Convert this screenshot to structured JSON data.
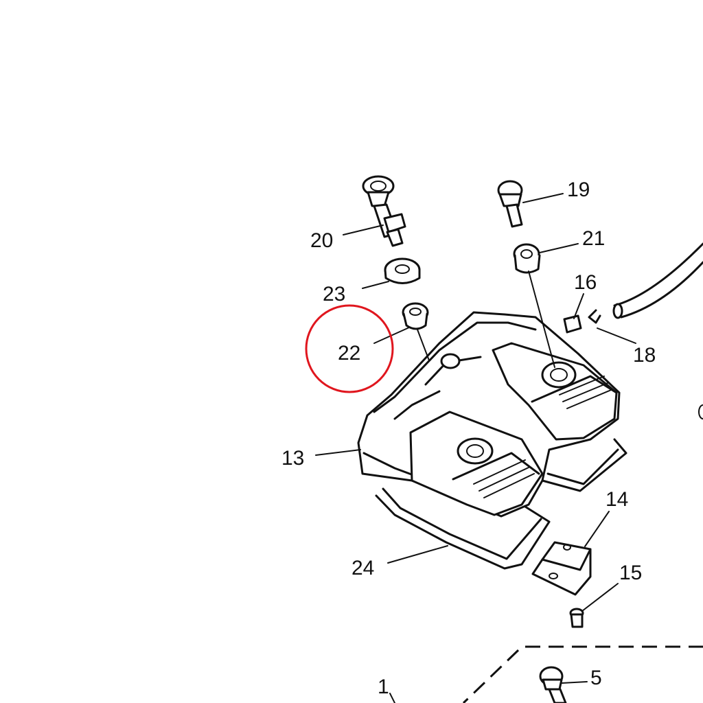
{
  "callouts": [
    {
      "id": "20",
      "text": "20"
    },
    {
      "id": "19",
      "text": "19"
    },
    {
      "id": "21",
      "text": "21"
    },
    {
      "id": "23",
      "text": "23"
    },
    {
      "id": "16",
      "text": "16"
    },
    {
      "id": "22",
      "text": "22"
    },
    {
      "id": "18",
      "text": "18"
    },
    {
      "id": "13",
      "text": "13"
    },
    {
      "id": "14",
      "text": "14"
    },
    {
      "id": "24",
      "text": "24"
    },
    {
      "id": "15",
      "text": "15"
    },
    {
      "id": "1",
      "text": "1"
    },
    {
      "id": "5",
      "text": "5"
    }
  ],
  "highlight": {
    "target": "22",
    "color": "#e0161e"
  },
  "line_color": "#111111"
}
